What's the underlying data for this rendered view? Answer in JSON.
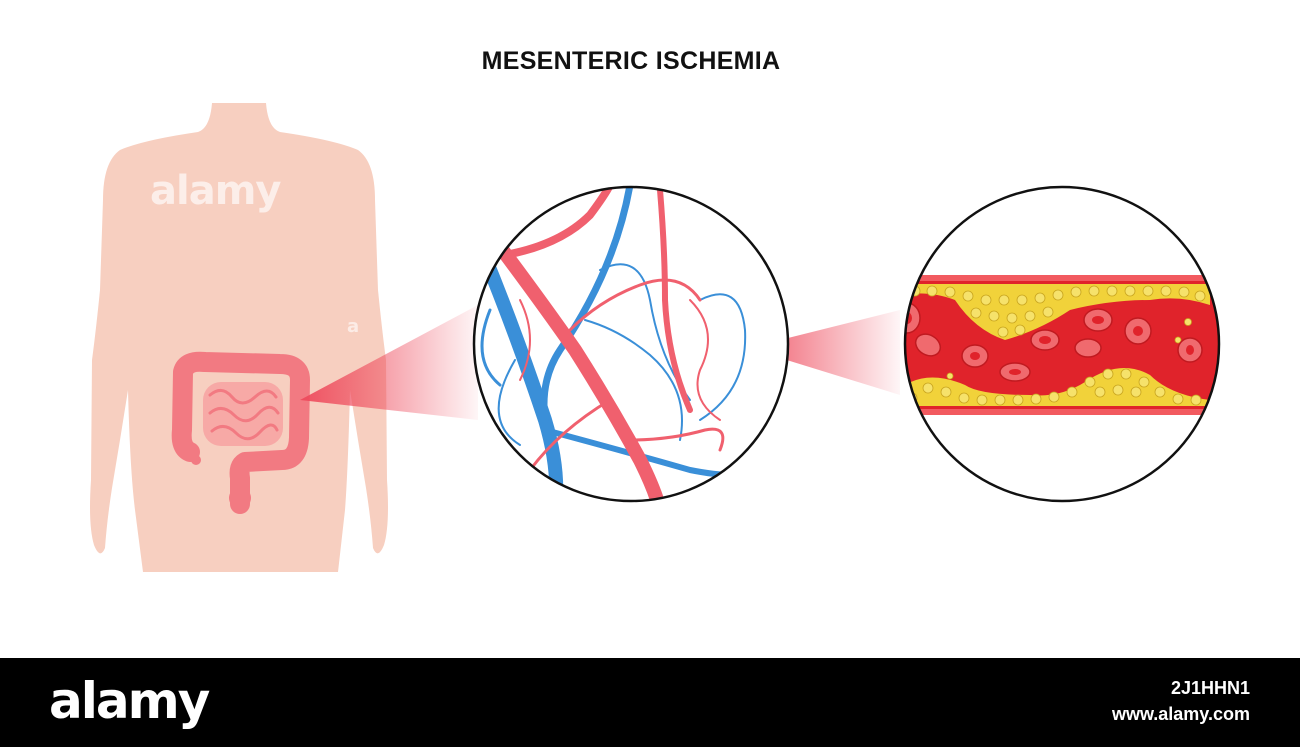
{
  "title": "MESENTERIC ISCHEMIA",
  "watermark": "alamy",
  "footer": {
    "logo": "alamy",
    "image_id": "2J1HHN1",
    "url": "www.alamy.com"
  },
  "colors": {
    "body_skin": "#f7cfc0",
    "intestine": "#f27a82",
    "intestine_inner": "#f7a9a6",
    "artery": "#f0606e",
    "vein": "#3a8fd8",
    "blood": "#e0232b",
    "red_cell": "#f06a6e",
    "plaque": "#f1d23a",
    "plaque_outline": "#c9a51f",
    "footer_bg": "#000000"
  }
}
